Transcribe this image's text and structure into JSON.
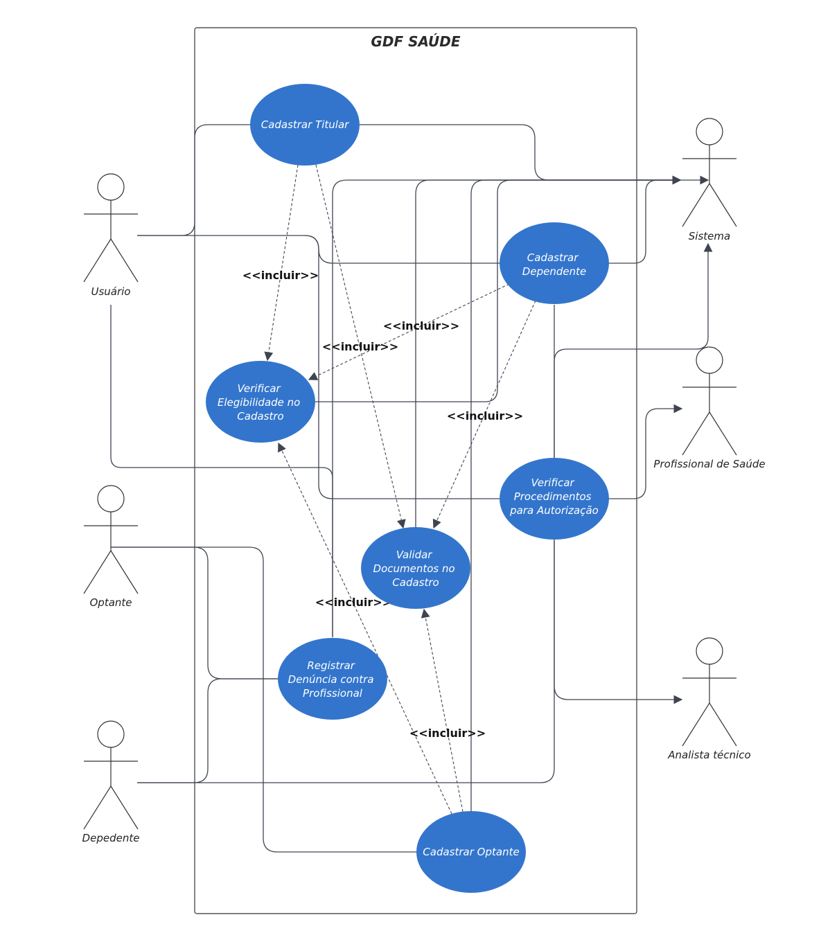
{
  "system": {
    "title": "GDF SAÚDE"
  },
  "actors": {
    "usuario": "Usuário",
    "optante": "Optante",
    "dependente": "Depedente",
    "sistema": "Sistema",
    "profissional": "Profissional de Saúde",
    "analista": "Analista técnico"
  },
  "use_cases": {
    "cadastrar_titular": [
      "Cadastrar Titular"
    ],
    "cadastrar_dependente": [
      "Cadastrar",
      "Dependente"
    ],
    "verificar_elegibilidade": [
      "Verificar",
      "Elegibilidade no",
      "Cadastro"
    ],
    "verificar_procedimentos": [
      "Verificar",
      "Procedimentos",
      "para Autorização"
    ],
    "validar_documentos": [
      "Validar",
      "Documentos no",
      "Cadastro"
    ],
    "registrar_denuncia": [
      "Registrar",
      "Denúncia contra",
      "Profissional"
    ],
    "cadastrar_optante": [
      "Cadastrar Optante"
    ]
  },
  "include_label": "<<incluir>>",
  "colors": {
    "use_case_fill": "#3375CC",
    "line": "#3f4450",
    "boundary": "#333333"
  }
}
